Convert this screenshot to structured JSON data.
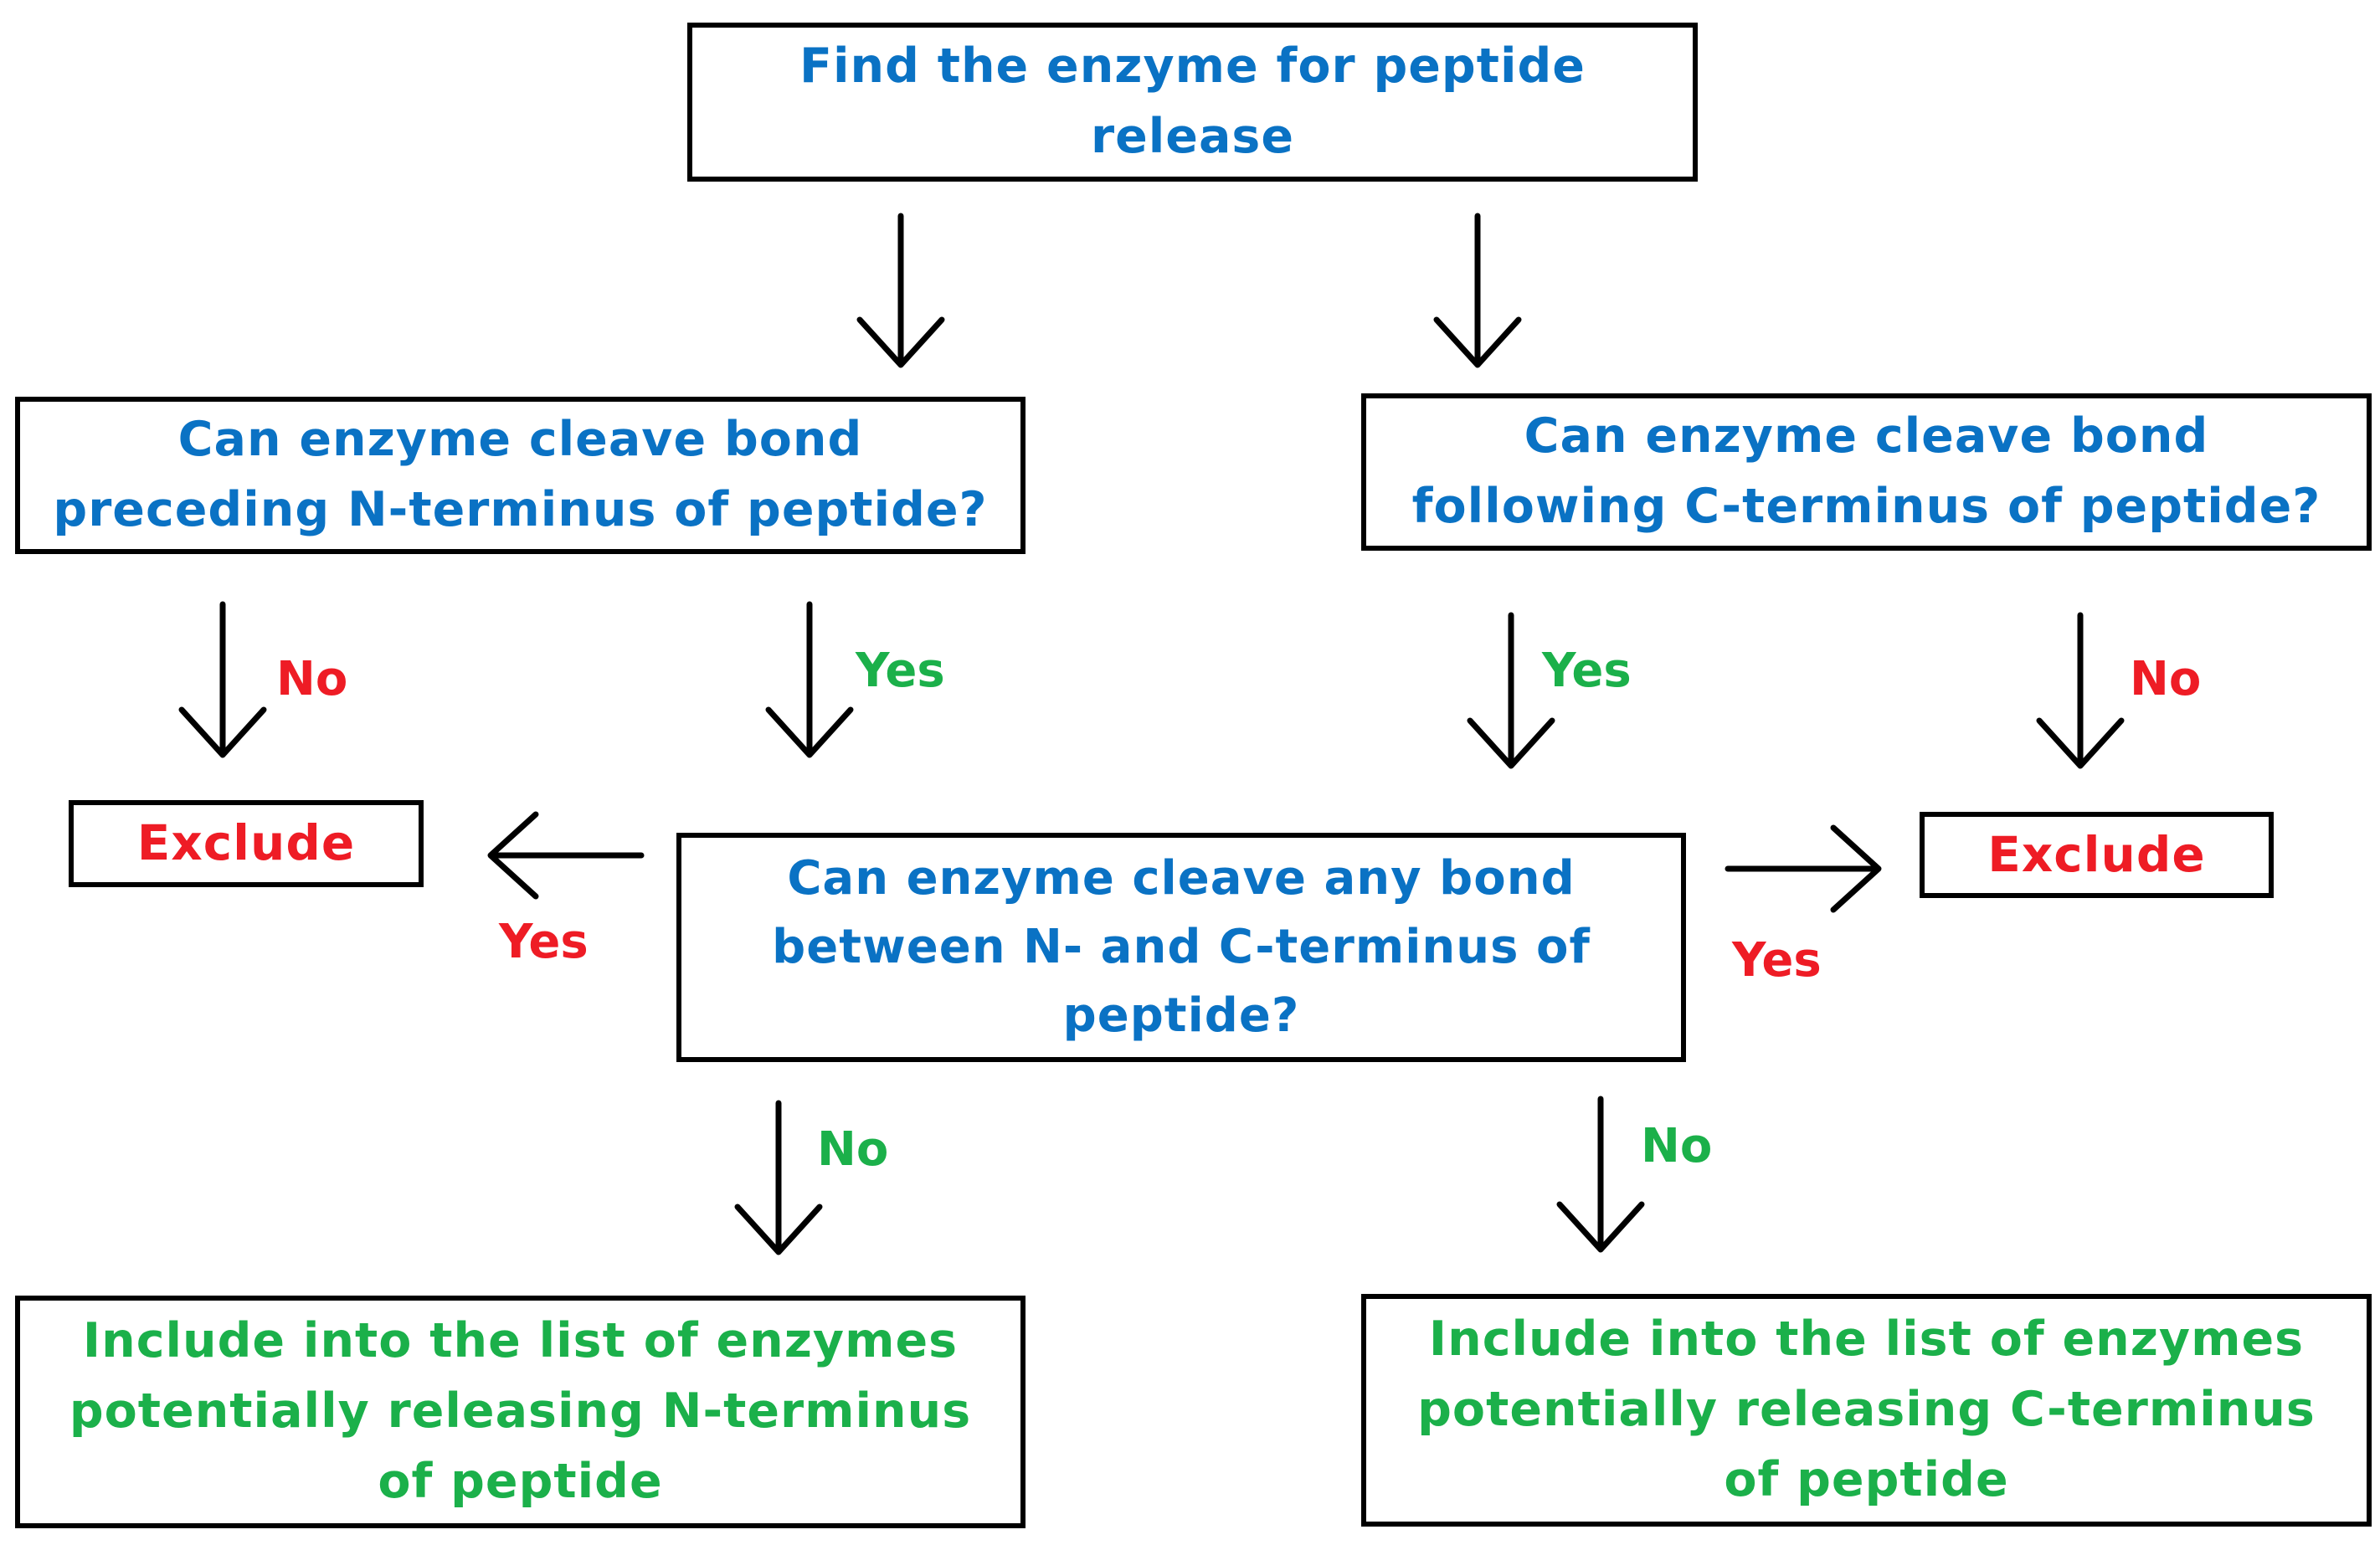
{
  "colors": {
    "question": "#0a72c4",
    "yes": "#1bb04a",
    "no": "#ee1c25",
    "border": "#000000"
  },
  "nodes": {
    "start": {
      "text": "Find the enzyme for peptide\nrelease"
    },
    "n_terminus_question": {
      "text": "Can enzyme cleave bond\npreceding N-terminus of peptide?"
    },
    "c_terminus_question": {
      "text": "Can enzyme cleave bond\nfollowing C-terminus of peptide?"
    },
    "middle_question": {
      "text": "Can enzyme cleave any bond\nbetween N- and C-terminus of\npeptide?"
    },
    "exclude_left": {
      "text": "Exclude"
    },
    "exclude_right": {
      "text": "Exclude"
    },
    "include_n": {
      "text": "Include into the list of enzymes\npotentially releasing N-terminus\nof peptide"
    },
    "include_c": {
      "text": "Include into the list of enzymes\npotentially releasing C-terminus\nof peptide"
    }
  },
  "edge_labels": {
    "left_no": "No",
    "left_yes": "Yes",
    "right_yes": "Yes",
    "right_no": "No",
    "mid_left_yes": "Yes",
    "mid_right_yes": "Yes",
    "bottom_left_no": "No",
    "bottom_right_no": "No"
  }
}
